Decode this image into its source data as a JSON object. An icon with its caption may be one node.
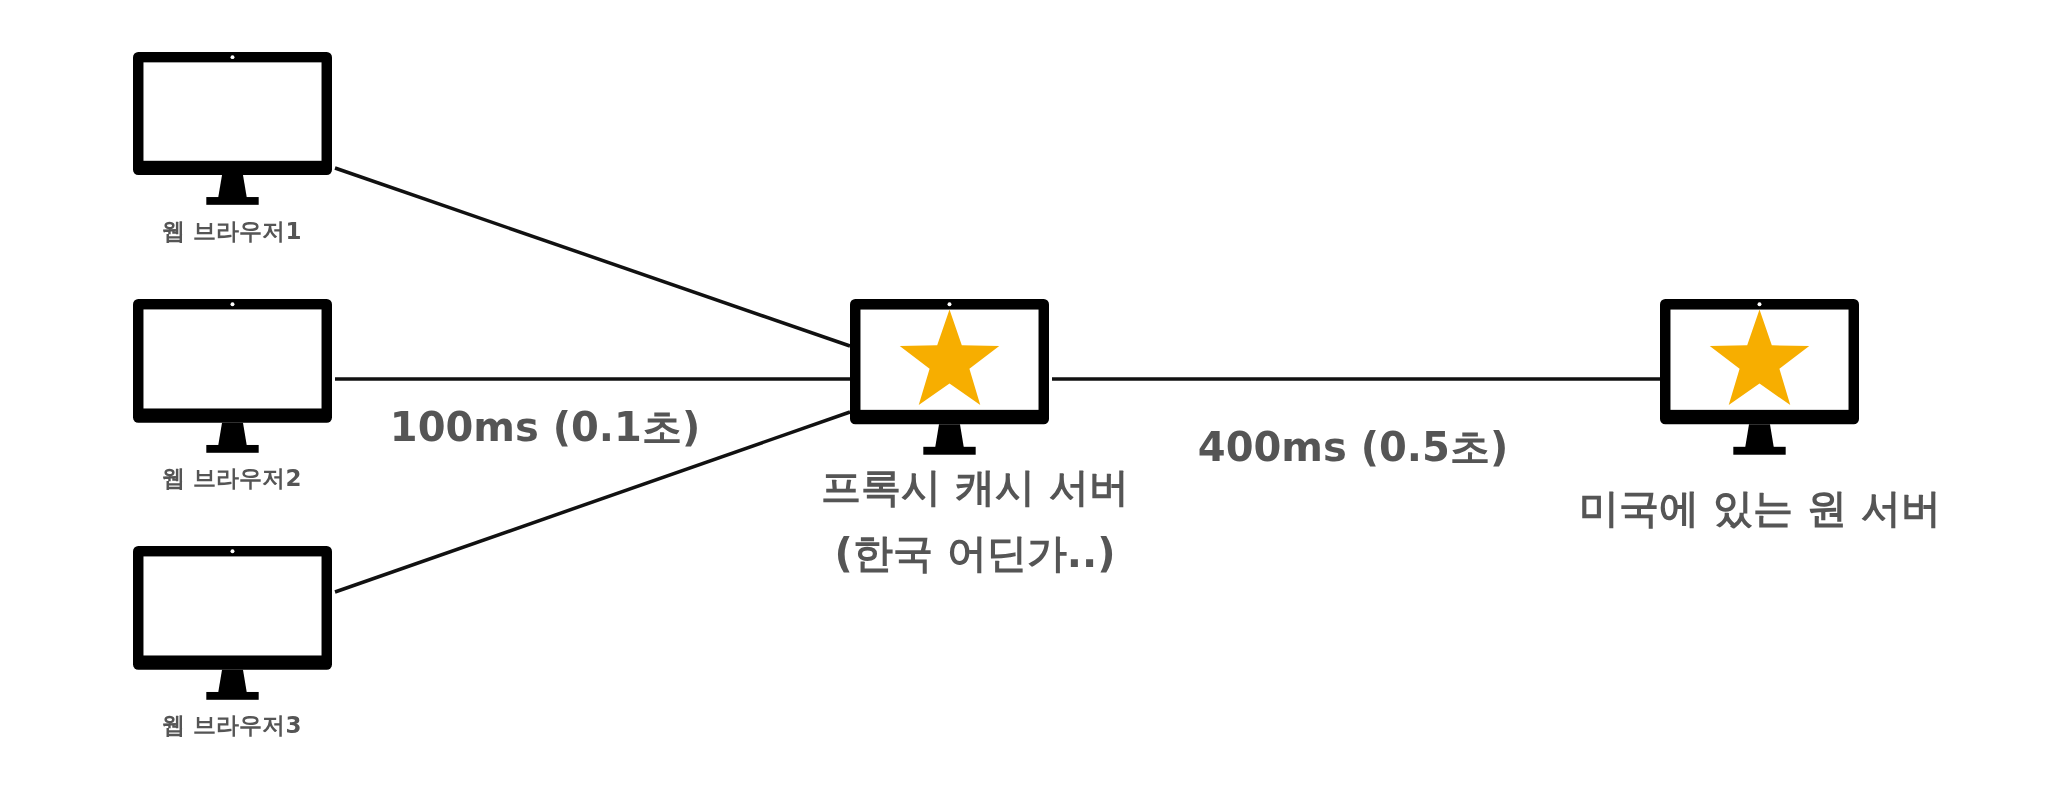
{
  "diagram": {
    "nodes": [
      {
        "text": [],
        "shape": "computer",
        "beside": [
          "웹 브라우저1"
        ]
      },
      {
        "text": [],
        "shape": "computer",
        "beside": [
          "웹 브라우저2"
        ]
      },
      {
        "text": [],
        "shape": "computer",
        "beside": [
          "웹 브라우저3"
        ]
      },
      {
        "text": [],
        "shape": "computer",
        "beside": [
          "프록시 캐시 서버",
          "(한국 어딘가..)"
        ]
      },
      {
        "text": [],
        "shape": "computer",
        "beside": [
          "미국에 있는 원 서버"
        ]
      }
    ],
    "edges": [
      {
        "from": 0,
        "to": 3,
        "arrow": "none"
      },
      {
        "from": 1,
        "to": 3,
        "arrow": "none",
        "label": "100ms (0.1초)"
      },
      {
        "from": 2,
        "to": 3,
        "arrow": "none"
      },
      {
        "from": 3,
        "to": 4,
        "arrow": "none",
        "label": "400ms (0.5초)"
      }
    ]
  }
}
